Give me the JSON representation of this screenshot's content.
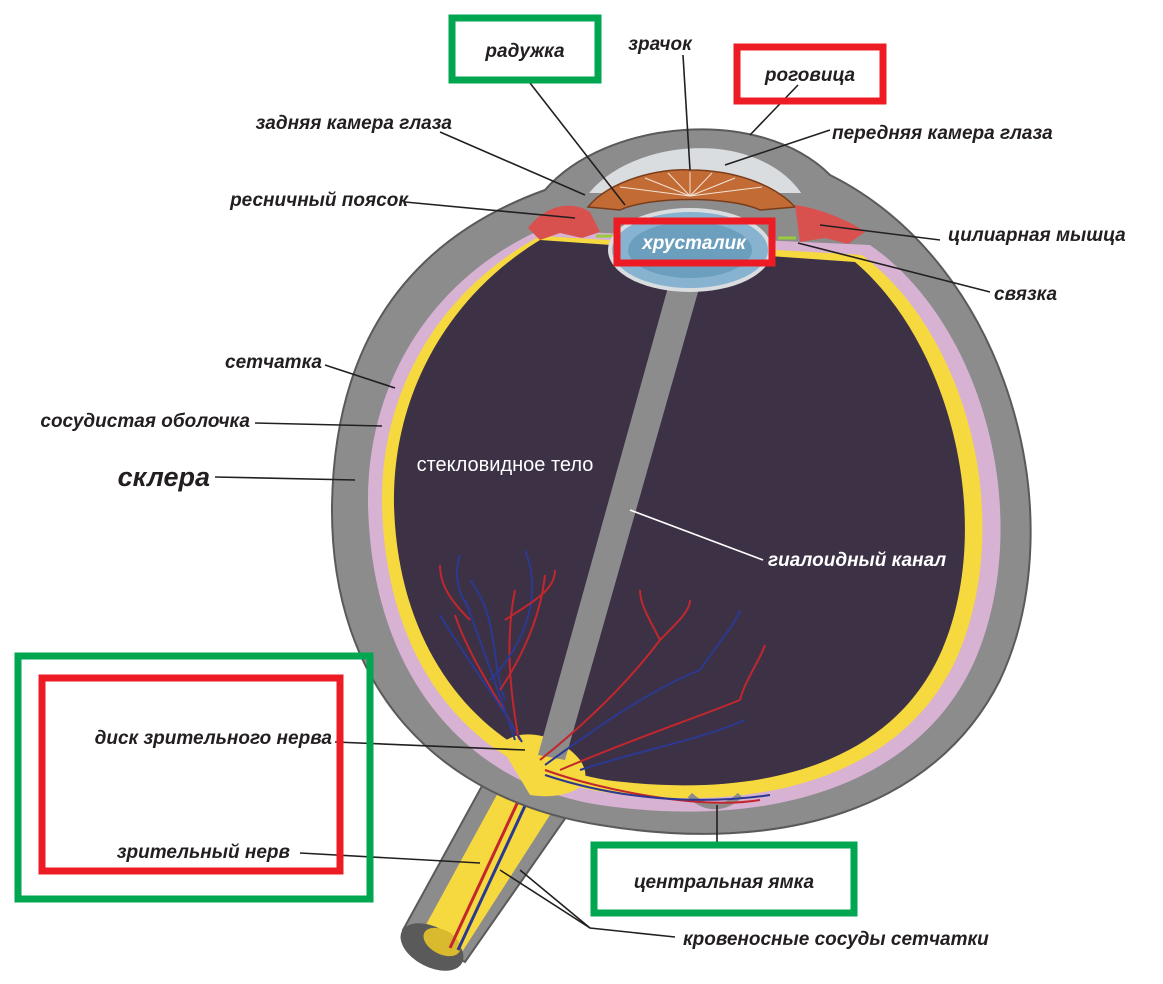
{
  "labels": {
    "iris": "радужка",
    "pupil": "зрачок",
    "cornea": "роговица",
    "posterior_chamber": "задняя камера глаза",
    "anterior_chamber": "передняя камера глаза",
    "zonule": "ресничный поясок",
    "ciliary_muscle": "цилиарная мышца",
    "lens": "хрусталик",
    "ligament": "связка",
    "retina": "сетчатка",
    "choroid": "сосудистая оболочка",
    "sclera": "склера",
    "vitreous": "стекловидное тело",
    "hyaloid_canal": "гиалоидный канал",
    "optic_disc": "диск зрительного нерва",
    "optic_nerve": "зрительный нерв",
    "fovea": "центральная ямка",
    "retinal_vessels": "кровеносные сосуды сетчатки"
  },
  "colors": {
    "highlight_green": "#00a650",
    "highlight_red": "#ed1c24",
    "sclera": "#8c8c8c",
    "vitreous": "#3d3146",
    "retina": "#f6d93f",
    "choroid": "#d7b2d3",
    "iris": "#c36b35",
    "ciliary": "#d9514f",
    "lens": "#87b3d1",
    "artery": "#c1272d",
    "vein": "#2b3990"
  }
}
